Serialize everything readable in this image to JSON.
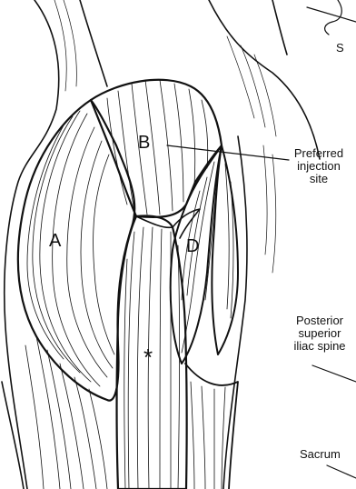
{
  "labels": {
    "preferred_injection_site": [
      "Preferred",
      "injection",
      "site"
    ],
    "posterior_superior_iliac_spine": [
      "Posterior",
      "superior",
      "iliac spine"
    ],
    "sacrum": "Sacrum",
    "top_partial": "S"
  },
  "regions": {
    "a": "A",
    "b": "B",
    "d": "D",
    "star": "*"
  },
  "colors": {
    "ink": "#111111",
    "paper": "#ffffff"
  }
}
